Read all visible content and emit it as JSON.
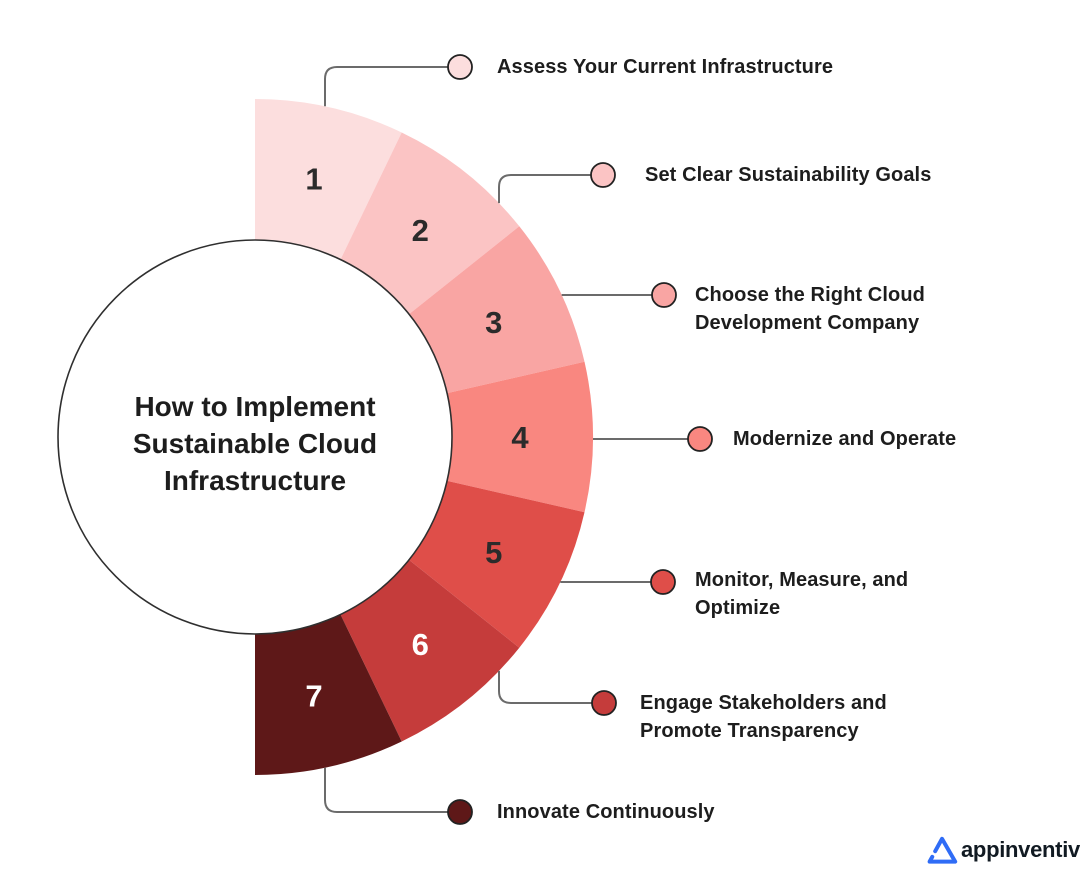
{
  "title": {
    "text": "How to Implement Sustainable Cloud Infrastructure"
  },
  "segments": [
    {
      "number": "1",
      "label": "Assess Your Current Infrastructure",
      "color": "#FCDEDE",
      "number_color": "#2b2b2b"
    },
    {
      "number": "2",
      "label": "Set Clear Sustainability Goals",
      "color": "#FBC4C4",
      "number_color": "#2b2b2b"
    },
    {
      "number": "3",
      "label": "Choose the Right Cloud Development Company",
      "color": "#F9A5A3",
      "number_color": "#2b2b2b"
    },
    {
      "number": "4",
      "label": "Modernize and Operate",
      "color": "#F98780",
      "number_color": "#2b2b2b"
    },
    {
      "number": "5",
      "label": "Monitor, Measure, and Optimize",
      "color": "#DF4E49",
      "number_color": "#2b2b2b"
    },
    {
      "number": "6",
      "label": "Engage Stakeholders and Promote Transparency",
      "color": "#C53C3B",
      "number_color": "#ffffff"
    },
    {
      "number": "7",
      "label": "Innovate Continuously",
      "color": "#5E1818",
      "number_color": "#ffffff"
    }
  ],
  "colors": {
    "background": "#ffffff",
    "center_circle_fill": "#ffffff",
    "center_circle_border": "#2f2f2f",
    "connector_line": "#6b6b6b",
    "dot_border": "#222222",
    "label_text": "#1d1d1d",
    "title_text": "#1d1d1d"
  },
  "logo": {
    "text": "appinventiv",
    "mark_color": "#2f6cf6",
    "text_color": "#111a22"
  }
}
